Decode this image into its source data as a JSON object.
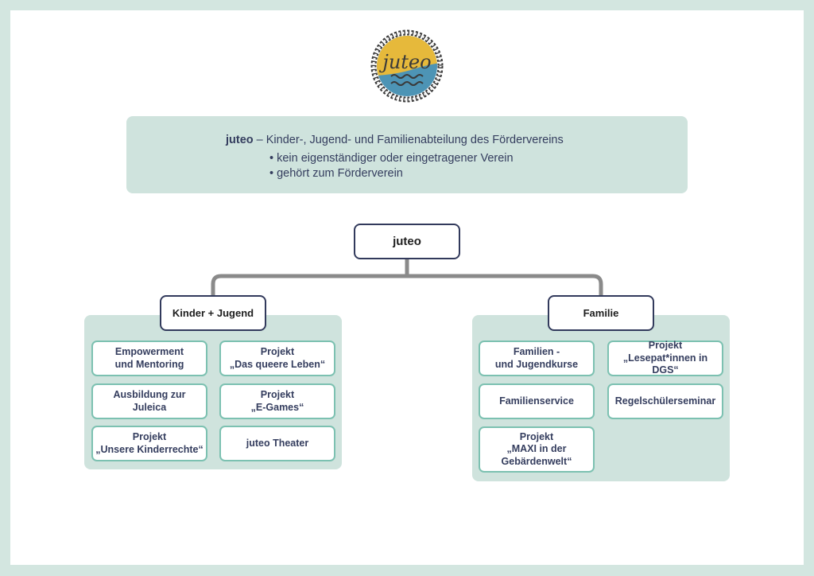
{
  "logo": {
    "text": "juteo",
    "colors": {
      "sun": "#e6b93b",
      "water": "#4d94b5",
      "rope": "#3a3a3a"
    }
  },
  "info": {
    "brand": "juteo",
    "description": " – Kinder-, Jugend- und Familienabteilung des Fördervereins",
    "bullets": [
      "• kein eigenständiger oder eingetragener Verein",
      "• gehört zum Förderverein"
    ]
  },
  "tree": {
    "root": "juteo",
    "branches": [
      {
        "label": "Kinder + Jugend",
        "items": [
          "Empowerment\nund Mentoring",
          "Projekt\n„Das queere Leben“",
          "Ausbildung zur\nJuleica",
          "Projekt\n„E-Games“",
          "Projekt\n„Unsere Kinderrechte“",
          "juteo Theater"
        ]
      },
      {
        "label": "Familie",
        "items": [
          "Familien -\nund Jugendkurse",
          "Projekt\n„Lesepat*innen in DGS“",
          "Familienservice",
          "Regelschülerseminar",
          "Projekt\n„MAXI in der\nGebärdenwelt“"
        ]
      }
    ]
  },
  "colors": {
    "frame": "#d3e6e0",
    "panel": "#cfe3dd",
    "node_border": "#323a5c",
    "card_border": "#7cc1b1",
    "text": "#343d5e",
    "connector": "#8a8a8a"
  }
}
